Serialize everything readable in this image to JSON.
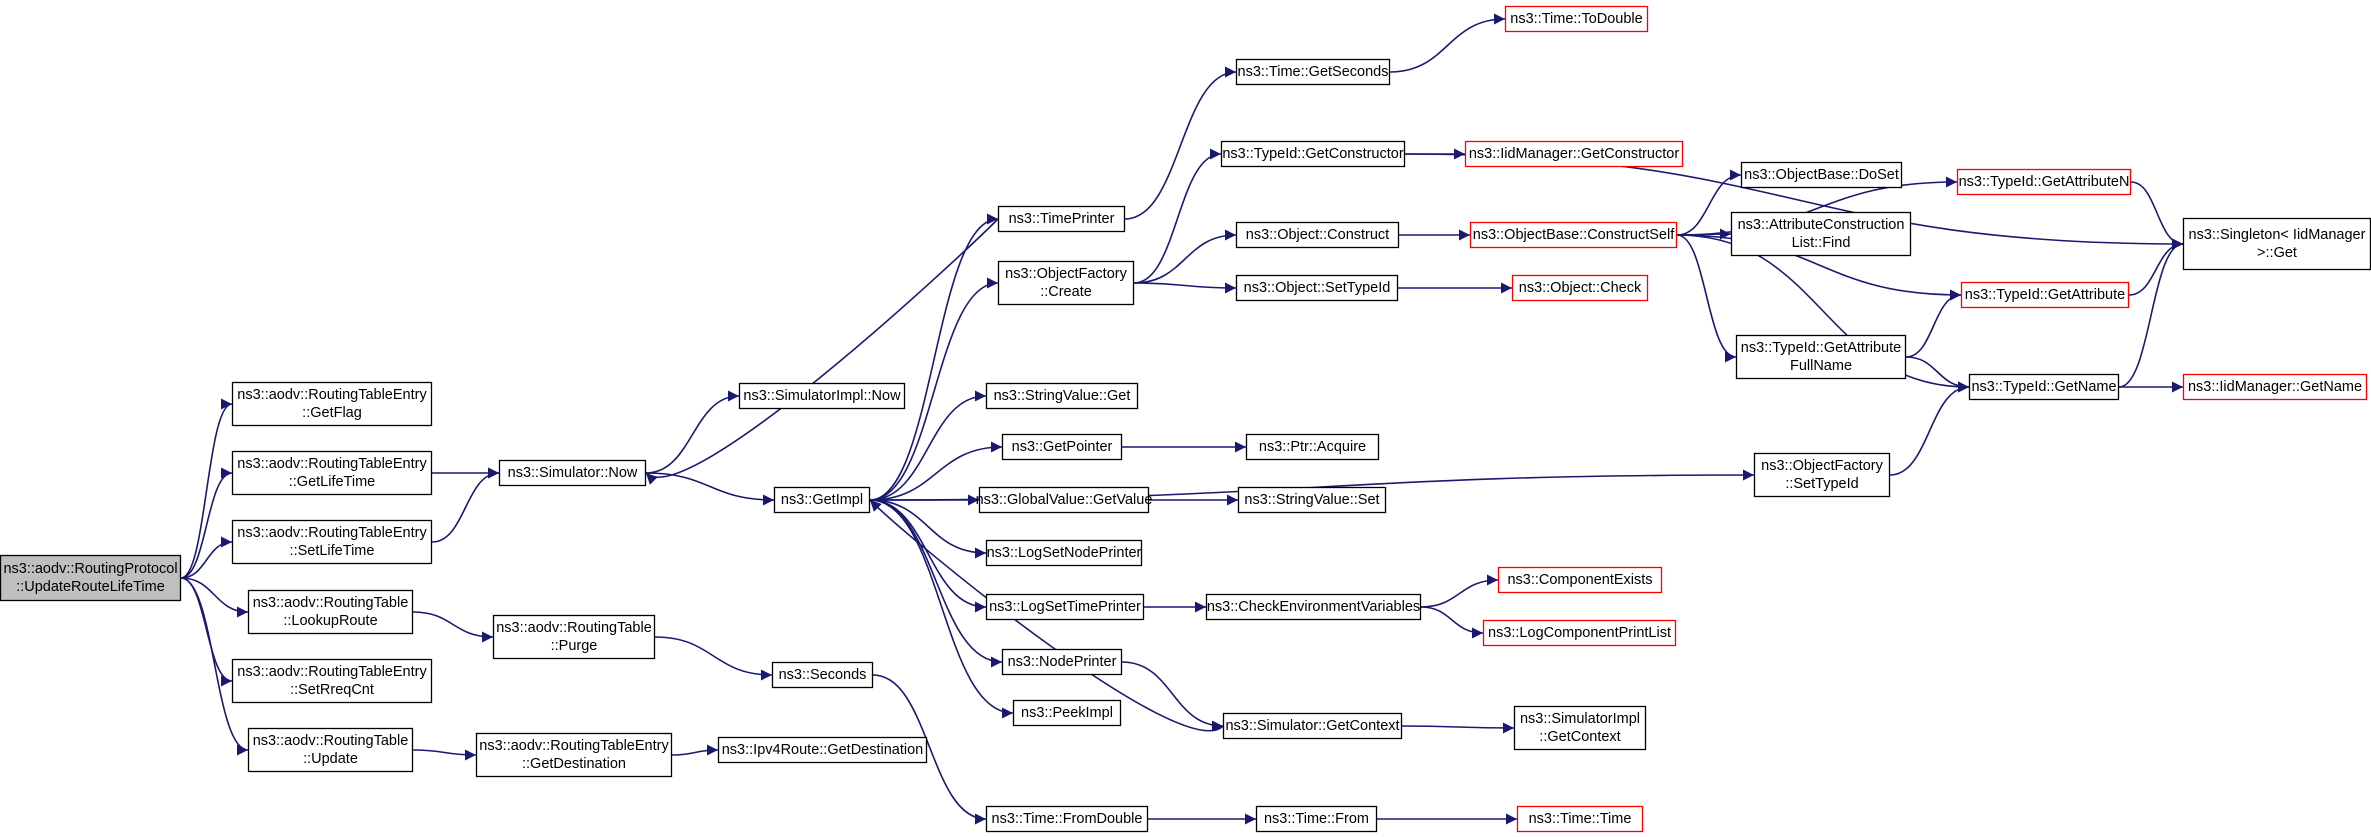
{
  "diagram": {
    "title": "",
    "nodes": [
      {
        "id": "root",
        "lines": [
          "ns3::aodv::RoutingProtocol",
          "::UpdateRouteLifeTime"
        ],
        "style": "root"
      },
      {
        "id": "getflag",
        "lines": [
          "ns3::aodv::RoutingTableEntry",
          "::GetFlag"
        ],
        "style": "normal"
      },
      {
        "id": "getlifetime",
        "lines": [
          "ns3::aodv::RoutingTableEntry",
          "::GetLifeTime"
        ],
        "style": "normal"
      },
      {
        "id": "setlifetime",
        "lines": [
          "ns3::aodv::RoutingTableEntry",
          "::SetLifeTime"
        ],
        "style": "normal"
      },
      {
        "id": "lookuproute",
        "lines": [
          "ns3::aodv::RoutingTable",
          "::LookupRoute"
        ],
        "style": "normal"
      },
      {
        "id": "setrreqcnt",
        "lines": [
          "ns3::aodv::RoutingTableEntry",
          "::SetRreqCnt"
        ],
        "style": "normal"
      },
      {
        "id": "update",
        "lines": [
          "ns3::aodv::RoutingTable",
          "::Update"
        ],
        "style": "normal"
      },
      {
        "id": "simnow",
        "lines": [
          "ns3::Simulator::Now"
        ],
        "style": "normal"
      },
      {
        "id": "purge",
        "lines": [
          "ns3::aodv::RoutingTable",
          "::Purge"
        ],
        "style": "normal"
      },
      {
        "id": "getdest",
        "lines": [
          "ns3::aodv::RoutingTableEntry",
          "::GetDestination"
        ],
        "style": "normal"
      },
      {
        "id": "simimplnow",
        "lines": [
          "ns3::SimulatorImpl::Now"
        ],
        "style": "normal"
      },
      {
        "id": "getimpl",
        "lines": [
          "ns3::GetImpl"
        ],
        "style": "normal"
      },
      {
        "id": "seconds",
        "lines": [
          "ns3::Seconds"
        ],
        "style": "normal"
      },
      {
        "id": "ipv4getdest",
        "lines": [
          "ns3::Ipv4Route::GetDestination"
        ],
        "style": "normal"
      },
      {
        "id": "timeprinter",
        "lines": [
          "ns3::TimePrinter"
        ],
        "style": "normal"
      },
      {
        "id": "ofcreate",
        "lines": [
          "ns3::ObjectFactory",
          "::Create"
        ],
        "style": "normal"
      },
      {
        "id": "strvalget",
        "lines": [
          "ns3::StringValue::Get"
        ],
        "style": "normal"
      },
      {
        "id": "getpointer",
        "lines": [
          "ns3::GetPointer"
        ],
        "style": "normal"
      },
      {
        "id": "gvgetvalue",
        "lines": [
          "ns3::GlobalValue::GetValue"
        ],
        "style": "normal"
      },
      {
        "id": "logsetnode",
        "lines": [
          "ns3::LogSetNodePrinter"
        ],
        "style": "normal"
      },
      {
        "id": "logsettime",
        "lines": [
          "ns3::LogSetTimePrinter"
        ],
        "style": "normal"
      },
      {
        "id": "nodeprinter",
        "lines": [
          "ns3::NodePrinter"
        ],
        "style": "normal"
      },
      {
        "id": "peekimpl",
        "lines": [
          "ns3::PeekImpl"
        ],
        "style": "normal"
      },
      {
        "id": "fromdouble",
        "lines": [
          "ns3::Time::FromDouble"
        ],
        "style": "normal"
      },
      {
        "id": "getseconds",
        "lines": [
          "ns3::Time::GetSeconds"
        ],
        "style": "normal"
      },
      {
        "id": "todouble",
        "lines": [
          "ns3::Time::ToDouble"
        ],
        "style": "trunc"
      },
      {
        "id": "getctor",
        "lines": [
          "ns3::TypeId::GetConstructor"
        ],
        "style": "normal"
      },
      {
        "id": "objconstruct",
        "lines": [
          "ns3::Object::Construct"
        ],
        "style": "normal"
      },
      {
        "id": "objsettypeid",
        "lines": [
          "ns3::Object::SetTypeId"
        ],
        "style": "normal"
      },
      {
        "id": "ptracquire",
        "lines": [
          "ns3::Ptr::Acquire"
        ],
        "style": "normal"
      },
      {
        "id": "strvalset",
        "lines": [
          "ns3::StringValue::Set"
        ],
        "style": "normal"
      },
      {
        "id": "checkenv",
        "lines": [
          "ns3::CheckEnvironmentVariables"
        ],
        "style": "normal"
      },
      {
        "id": "simgetctx",
        "lines": [
          "ns3::Simulator::GetContext"
        ],
        "style": "normal"
      },
      {
        "id": "timefrom",
        "lines": [
          "ns3::Time::From"
        ],
        "style": "normal"
      },
      {
        "id": "iidgetctor",
        "lines": [
          "ns3::IidManager::GetConstructor"
        ],
        "style": "trunc"
      },
      {
        "id": "constructself",
        "lines": [
          "ns3::ObjectBase::ConstructSelf"
        ],
        "style": "trunc"
      },
      {
        "id": "objcheck",
        "lines": [
          "ns3::Object::Check"
        ],
        "style": "trunc"
      },
      {
        "id": "compexists",
        "lines": [
          "ns3::ComponentExists"
        ],
        "style": "trunc"
      },
      {
        "id": "logcompprint",
        "lines": [
          "ns3::LogComponentPrintList"
        ],
        "style": "trunc"
      },
      {
        "id": "simimplgetctx",
        "lines": [
          "ns3::SimulatorImpl",
          "::GetContext"
        ],
        "style": "normal"
      },
      {
        "id": "timetime",
        "lines": [
          "ns3::Time::Time"
        ],
        "style": "trunc"
      },
      {
        "id": "objbasedoset",
        "lines": [
          "ns3::ObjectBase::DoSet"
        ],
        "style": "normal"
      },
      {
        "id": "attrconstr",
        "lines": [
          "ns3::AttributeConstruction",
          "List::Find"
        ],
        "style": "normal"
      },
      {
        "id": "getattrfull",
        "lines": [
          "ns3::TypeId::GetAttribute",
          "FullName"
        ],
        "style": "normal"
      },
      {
        "id": "ofsettypeid",
        "lines": [
          "ns3::ObjectFactory",
          "::SetTypeId"
        ],
        "style": "normal"
      },
      {
        "id": "getattrn",
        "lines": [
          "ns3::TypeId::GetAttributeN"
        ],
        "style": "trunc"
      },
      {
        "id": "getattr",
        "lines": [
          "ns3::TypeId::GetAttribute"
        ],
        "style": "trunc"
      },
      {
        "id": "typeidgetname",
        "lines": [
          "ns3::TypeId::GetName"
        ],
        "style": "normal"
      },
      {
        "id": "singleton",
        "lines": [
          "ns3::Singleton< IidManager",
          " >::Get"
        ],
        "style": "normal"
      },
      {
        "id": "iidgetname",
        "lines": [
          "ns3::IidManager::GetName"
        ],
        "style": "trunc"
      }
    ],
    "edges": [
      [
        "root",
        "getflag"
      ],
      [
        "root",
        "getlifetime"
      ],
      [
        "root",
        "setlifetime"
      ],
      [
        "root",
        "lookuproute"
      ],
      [
        "root",
        "setrreqcnt"
      ],
      [
        "root",
        "update"
      ],
      [
        "getlifetime",
        "simnow"
      ],
      [
        "setlifetime",
        "simnow"
      ],
      [
        "lookuproute",
        "purge"
      ],
      [
        "update",
        "getdest"
      ],
      [
        "simnow",
        "simimplnow"
      ],
      [
        "simnow",
        "getimpl"
      ],
      [
        "timeprinter",
        "simnow"
      ],
      [
        "purge",
        "seconds"
      ],
      [
        "getdest",
        "ipv4getdest"
      ],
      [
        "seconds",
        "fromdouble"
      ],
      [
        "getimpl",
        "timeprinter"
      ],
      [
        "getimpl",
        "ofcreate"
      ],
      [
        "getimpl",
        "strvalget"
      ],
      [
        "getimpl",
        "getpointer"
      ],
      [
        "getimpl",
        "gvgetvalue"
      ],
      [
        "getimpl",
        "logsetnode"
      ],
      [
        "getimpl",
        "logsettime"
      ],
      [
        "getimpl",
        "nodeprinter"
      ],
      [
        "getimpl",
        "peekimpl"
      ],
      [
        "getimpl",
        "ofsettypeid"
      ],
      [
        "simgetctx",
        "getimpl"
      ],
      [
        "timeprinter",
        "getseconds"
      ],
      [
        "getseconds",
        "todouble"
      ],
      [
        "ofcreate",
        "getctor"
      ],
      [
        "ofcreate",
        "objconstruct"
      ],
      [
        "ofcreate",
        "objsettypeid"
      ],
      [
        "getpointer",
        "ptracquire"
      ],
      [
        "gvgetvalue",
        "strvalset"
      ],
      [
        "logsettime",
        "checkenv"
      ],
      [
        "nodeprinter",
        "simgetctx"
      ],
      [
        "fromdouble",
        "timefrom"
      ],
      [
        "timefrom",
        "timetime"
      ],
      [
        "getctor",
        "iidgetctor"
      ],
      [
        "getctor",
        "singleton"
      ],
      [
        "objconstruct",
        "constructself"
      ],
      [
        "objsettypeid",
        "objcheck"
      ],
      [
        "checkenv",
        "compexists"
      ],
      [
        "checkenv",
        "logcompprint"
      ],
      [
        "simgetctx",
        "simimplgetctx"
      ],
      [
        "constructself",
        "getattrn"
      ],
      [
        "constructself",
        "objbasedoset"
      ],
      [
        "constructself",
        "attrconstr"
      ],
      [
        "constructself",
        "getattrfull"
      ],
      [
        "constructself",
        "getattr"
      ],
      [
        "constructself",
        "typeidgetname"
      ],
      [
        "getattrfull",
        "getattr"
      ],
      [
        "getattrfull",
        "typeidgetname"
      ],
      [
        "ofsettypeid",
        "typeidgetname"
      ],
      [
        "getattrn",
        "singleton"
      ],
      [
        "getattr",
        "singleton"
      ],
      [
        "typeidgetname",
        "singleton"
      ],
      [
        "typeidgetname",
        "iidgetname"
      ]
    ]
  }
}
